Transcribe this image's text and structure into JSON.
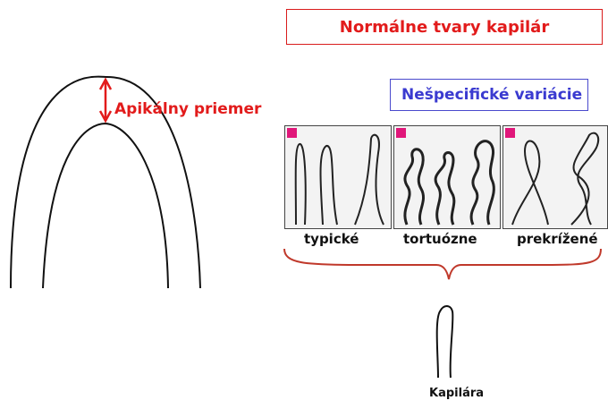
{
  "header": {
    "title": "Normálne tvary kapilár"
  },
  "subheader": {
    "title": "Nešpecifické variácie"
  },
  "apical": {
    "label": "Apikálny priemer",
    "arrow_color": "#e21b1b"
  },
  "variants": [
    {
      "label": "typické",
      "badge_color": "#e0177a"
    },
    {
      "label": "tortuózne",
      "badge_color": "#e0177a"
    },
    {
      "label": "prekrížené",
      "badge_color": "#e0177a"
    }
  ],
  "capillary": {
    "label": "Kapilára"
  },
  "colors": {
    "red": "#e21b1b",
    "blue": "#3a3ad0",
    "brace": "#c0392b"
  }
}
